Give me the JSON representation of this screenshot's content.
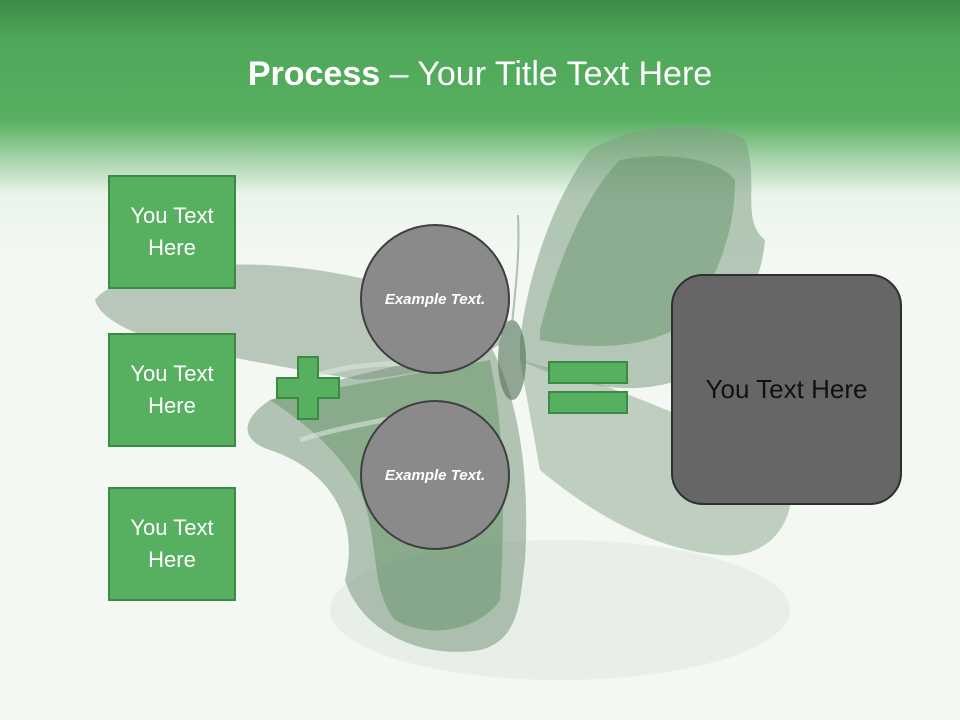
{
  "title": {
    "bold": "Process",
    "rest": " – Your Title Text Here"
  },
  "side_boxes": [
    {
      "text": "You Text Here"
    },
    {
      "text": "You Text Here"
    },
    {
      "text": "You Text Here"
    }
  ],
  "circles": [
    {
      "text": "Example Text."
    },
    {
      "text": "Example Text."
    }
  ],
  "result": {
    "text": "You Text Here"
  },
  "colors": {
    "header_green": "#4ea859",
    "box_green": "#56b05f",
    "circle_gray": "#8a8a8a",
    "result_gray": "#666666"
  },
  "icons": {
    "plus": "plus-icon",
    "equals": "equals-icon",
    "background": "butterfly-illustration"
  }
}
